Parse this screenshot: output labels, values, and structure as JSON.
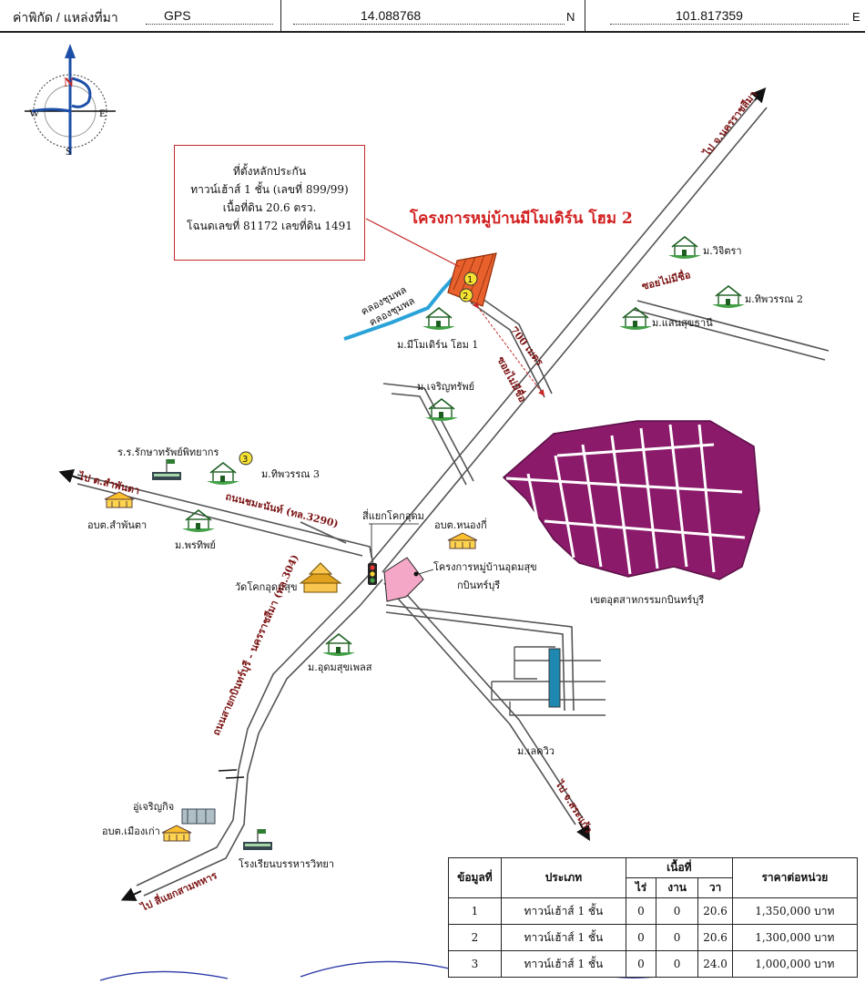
{
  "header": {
    "coord_label": "ค่าพิกัด / แหล่งที่มา",
    "source": "GPS",
    "latitude": "14.088768",
    "lat_unit": "N",
    "longitude": "101.817359",
    "lon_unit": "E"
  },
  "compass": {
    "north": "N",
    "south": "S",
    "east": "E",
    "west": "W"
  },
  "callout": {
    "title": "ที่ตั้งหลักประกัน",
    "line1": "ทาวน์เฮ้าส์ 1 ชั้น (เลขที่ 899/99)",
    "line2": "เนื้อที่ดิน 20.6 ตรว.",
    "line3": "โฉนดเลขที่ 81172 เลขที่ดิน 1491"
  },
  "project_title": "โครงการหมู่บ้านมีโมเดิร์น โฮม 2",
  "markers": [
    "1",
    "2",
    "3"
  ],
  "labels": {
    "canal": "คลองชุมพล",
    "canal2": "คลองชุมพล",
    "mee_modern1": "ม.มีโมเดิร์น โฮม 1",
    "distance": "700 เมตร",
    "soi_unnamed_1": "ซอยไม่มีชื่อ",
    "soi_unnamed_2": "ซอยไม่มีชื่อ",
    "wichitra": "ม.วิจิตรา",
    "thipawan2": "ม.ทิพวรรณ 2",
    "saensuk": "ม.แสนสุขธานี",
    "charoensap": "ม.เจริญทรัพย์",
    "to_nakhonratchasima": "ไป จ.นครราชสีมา",
    "school_raksa": "ร.ร.รักษาทรัพย์พิทยากร",
    "thipawan3": "ม.ทิพวรรณ 3",
    "to_samphanta": "ไป ต.สำพันตา",
    "obt_samphanta": "อบต.สำพันตา",
    "road3290": "ถนนชมะนันท์ (ทล.3290)",
    "phonthip": "ม.พรทิพย์",
    "intersection": "สี่แยกโคกอุดม",
    "obt_nongki": "อบต.หนองกี่",
    "udomsuk_project": "โครงการหมู่บ้านอุดมสุข",
    "udomsuk_project2": "กบินทร์บุรี",
    "industrial": "เขตอุตสาหกรรมกบินทร์บุรี",
    "temple": "วัดโคกอุดมสุข",
    "udomsuk_place": "ม.อุดมสุขเพลส",
    "road304": "ถนนสายกบินทร์บุรี - นครราชสีมา (ทล.304)",
    "lakeview": "ม.เลควิว",
    "to_srakaeo": "ไป จ.สระแก้ว",
    "garage": "อู่เจริญกิจ",
    "obt_muangkao": "อบต.เมืองเก่า",
    "school_bunhan": "โรงเรียนบรรหารวิทยา",
    "to_military": "ไป สี่แยกสามทหาร"
  },
  "table": {
    "h_no": "ข้อมูลที่",
    "h_type": "ประเภท",
    "h_area": "เนื้อที่",
    "h_rai": "ไร่",
    "h_ngan": "งาน",
    "h_wa": "วา",
    "h_price": "ราคาต่อหน่วย",
    "rows": [
      {
        "no": "1",
        "type": "ทาวน์เฮ้าส์ 1 ชั้น",
        "rai": "0",
        "ngan": "0",
        "wa": "20.6",
        "price": "1,350,000 บาท"
      },
      {
        "no": "2",
        "type": "ทาวน์เฮ้าส์ 1 ชั้น",
        "rai": "0",
        "ngan": "0",
        "wa": "20.6",
        "price": "1,300,000 บาท"
      },
      {
        "no": "3",
        "type": "ทาวน์เฮ้าส์ 1 ชั้น",
        "rai": "0",
        "ngan": "0",
        "wa": "24.0",
        "price": "1,000,000 บาท"
      }
    ]
  },
  "colors": {
    "road": "#555555",
    "industrial": "#8b1a6b",
    "udomsuk_zone": "#f4a7c6",
    "subject": "#e8602c",
    "marker": "#f7e233",
    "arrow": "#7b1313",
    "canal": "#2aa3d8"
  }
}
